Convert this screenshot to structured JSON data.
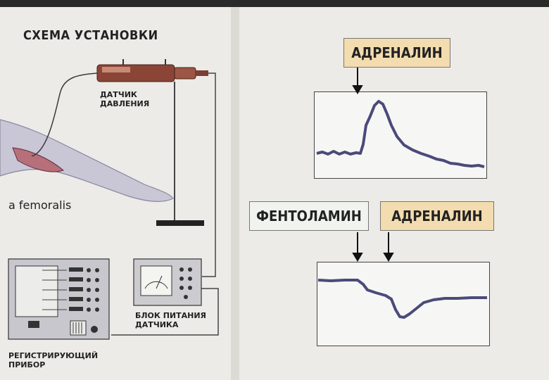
{
  "setup": {
    "title": "СХЕМА  УСТАНОВКИ",
    "sensor_label_1": "ДАТЧИК",
    "sensor_label_2": "ДАВЛЕНИЯ",
    "artery_label": "a femoralis",
    "power_label_1": "БЛОК ПИТАНИЯ",
    "power_label_2": "ДАТЧИКА",
    "recorder_label_1": "РЕГИСТРИРУЮЩИЙ",
    "recorder_label_2": "ПРИБОР"
  },
  "experiment": {
    "top": {
      "tag": "АДРЕНАЛИН"
    },
    "bottom": {
      "tag_1": "ФЕНТОЛАМИН",
      "tag_2": "АДРЕНАЛИН"
    }
  },
  "colors": {
    "trace": "#4a4a7a",
    "adrenaline_tag_bg": "#f3dcaf",
    "phentolamine_tag_bg": "#f1f3ee"
  }
}
